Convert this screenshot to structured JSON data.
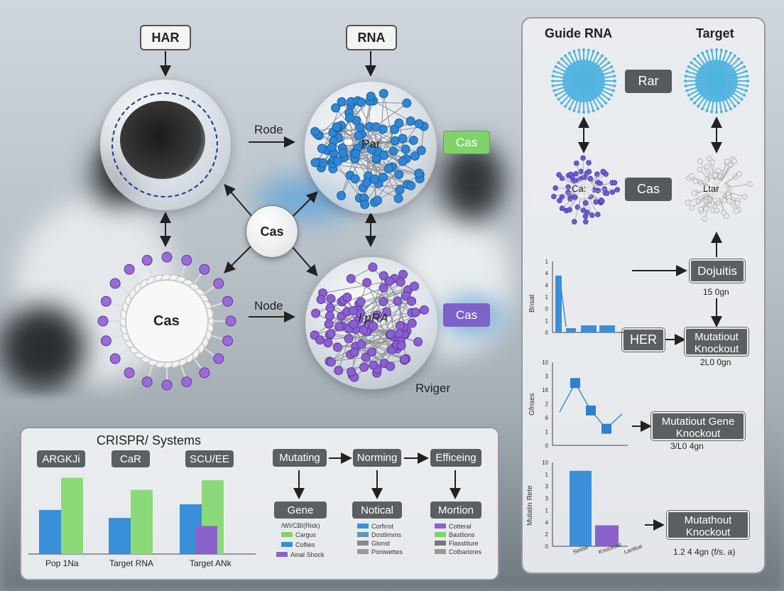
{
  "left": {
    "har_label": "HAR",
    "rna_label": "RNA",
    "rode_label": "Rode",
    "node_label": "Node",
    "par_label": "Par",
    "lpra_label": "l pRA",
    "center_cas": "Cas",
    "white_cas": "Cas",
    "cas_green": "Cas",
    "cas_purple": "Cas",
    "rviger_label": "Rviger",
    "colors": {
      "green": "#7fd36b",
      "purple": "#7f62c9",
      "blue": "#2f86d6",
      "violet": "#8c5fd0"
    }
  },
  "right_panel": {
    "guide_rna": "Guide RNA",
    "target": "Target",
    "rar": "Rar",
    "cas": "Cas",
    "cas_small": "Ca:",
    "ltar": "Ltar",
    "dojuitis": "Dojuitis",
    "val1": "15 0gn",
    "her": "HER",
    "mut1": "Mutatiout Knockout",
    "val2": "2L0 0gn",
    "mut2": "Mutatiout Gene Knockout",
    "val3": "3/L0 4gn",
    "mut3": "Mutathout Knockout",
    "val4": "1.2 4 4gn (f/s. a)",
    "chart1": {
      "ylabel": "Bnsat",
      "ticks": [
        "1",
        "4",
        "4",
        "1",
        "0",
        "1",
        "0"
      ],
      "values": [
        4,
        0.3,
        0.5,
        0.5
      ]
    },
    "chart2": {
      "ylabel": "Gfnses",
      "ticks": [
        "10",
        "3",
        "16",
        "2",
        "6",
        "1",
        "0"
      ],
      "points": [
        4,
        7.5,
        4.2,
        2,
        3.8
      ]
    },
    "chart3": {
      "ylabel": "Mutatin Rete",
      "ticks": [
        "10",
        "1",
        "3",
        "3",
        "1",
        "4",
        "2",
        "0"
      ],
      "categories": [
        "Seitse",
        "Knockout",
        "Lanttue"
      ],
      "values": [
        9,
        2.5,
        0
      ]
    }
  },
  "bottom_panel": {
    "title": "CRISPR/ Systems",
    "chart_labels": [
      "ARGKJi",
      "CaR",
      "SCU/EE"
    ],
    "x_labels": [
      "Pop 1Na",
      "Target RNA",
      "Target ANk"
    ],
    "flow": [
      "Mutating",
      "Norming",
      "Efficeing"
    ],
    "outcomes": [
      "Gene",
      "Notical",
      "Mortion"
    ],
    "gene_legend_title": "/WI/CBI(Risk)",
    "gene_legend": [
      "Cargus",
      "Coflies",
      "Ainal Shock"
    ],
    "notical_legend": [
      "Corfinst",
      "Dostlimms",
      "Glonst",
      "Poniwettes"
    ],
    "mortion_legend": [
      "Cotteral",
      "Bastlions",
      "Flasstiture",
      "Colbariores"
    ]
  },
  "chart_data": {
    "type": "bar",
    "categories": [
      "Pop 1Na",
      "Target RNA",
      "Target ANk"
    ],
    "series": [
      {
        "values": [
          55,
          45,
          62
        ],
        "color": "#3a8fd9"
      },
      {
        "values": [
          95,
          80,
          92
        ],
        "color": "#8cd97a"
      },
      {
        "values": [
          0,
          0,
          35
        ],
        "color": "#8a62c9"
      }
    ],
    "ylim": [
      0,
      100
    ]
  }
}
